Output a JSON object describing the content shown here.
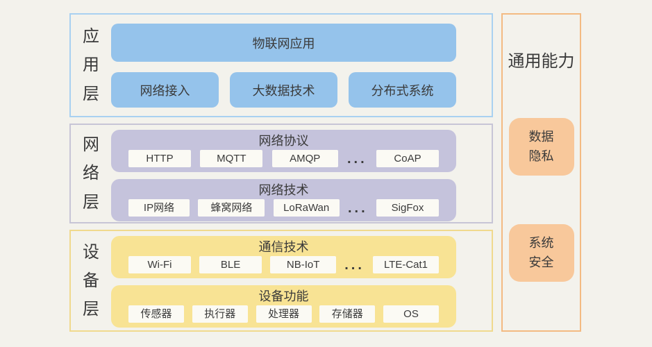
{
  "page": {
    "background_color": "#f3f2ec",
    "text_color": "#3a3a3a"
  },
  "layers": [
    {
      "label": "应用层",
      "accent_color": "#95c3eb",
      "border_color": "#a9d1f1",
      "top_box": "物联网应用",
      "boxes": [
        "网络接入",
        "大数据技术",
        "分布式系统"
      ]
    },
    {
      "label": "网络层",
      "accent_color": "#c5c3dc",
      "border_color": "#c7c5d6",
      "groups": [
        {
          "title": "网络协议",
          "chips": [
            "HTTP",
            "MQTT",
            "AMQP",
            "CoAP"
          ],
          "ellipsis": "..."
        },
        {
          "title": "网络技术",
          "chips": [
            "IP网络",
            "蜂窝网络",
            "LoRaWan",
            "SigFox"
          ],
          "ellipsis": "..."
        }
      ]
    },
    {
      "label": "设备层",
      "accent_color": "#f8e394",
      "border_color": "#f0d98d",
      "groups": [
        {
          "title": "通信技术",
          "chips": [
            "Wi-Fi",
            "BLE",
            "NB-IoT",
            "LTE-Cat1"
          ],
          "ellipsis": "..."
        },
        {
          "title": "设备功能",
          "chips": [
            "传感器",
            "执行器",
            "处理器",
            "存储器",
            "OS"
          ]
        }
      ]
    }
  ],
  "right_panel": {
    "title": "通用能力",
    "accent_color": "#f8c89b",
    "border_color": "#f3ba82",
    "capabilities": [
      "数据隐私",
      "系统安全"
    ]
  }
}
